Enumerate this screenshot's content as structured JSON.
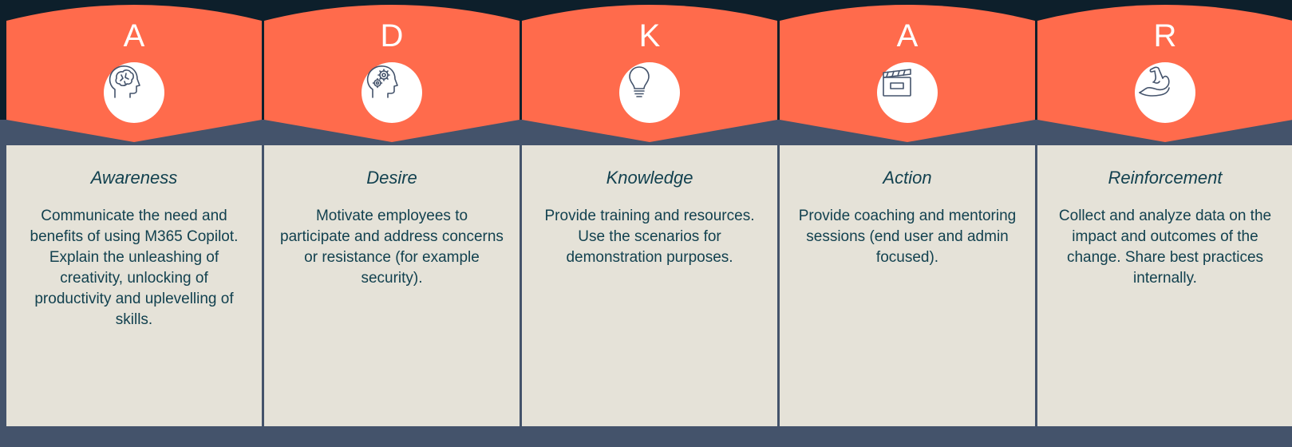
{
  "colors": {
    "background": "#0d1f2b",
    "band": "#44536b",
    "header": "#ff6b4c",
    "panel": "#e5e2d8",
    "text": "#12414f"
  },
  "stages": [
    {
      "letter": "A",
      "icon": "brain-head-icon",
      "title": "Awareness",
      "description": "Communicate the need and benefits of using M365 Copilot. Explain the unleashing of creativity, unlocking of productivity and uplevelling of skills."
    },
    {
      "letter": "D",
      "icon": "gears-head-icon",
      "title": "Desire",
      "description": "Motivate employees to participate and address concerns or resistance (for example security)."
    },
    {
      "letter": "K",
      "icon": "lightbulb-icon",
      "title": "Knowledge",
      "description": "Provide training and resources. Use the scenarios for demonstration purposes."
    },
    {
      "letter": "A",
      "icon": "clapperboard-icon",
      "title": "Action",
      "description": "Provide coaching and mentoring sessions (end user and admin focused)."
    },
    {
      "letter": "R",
      "icon": "flexed-arm-icon",
      "title": "Reinforcement",
      "description": "Collect and analyze data on the impact and outcomes of the change. Share best practices internally."
    }
  ]
}
